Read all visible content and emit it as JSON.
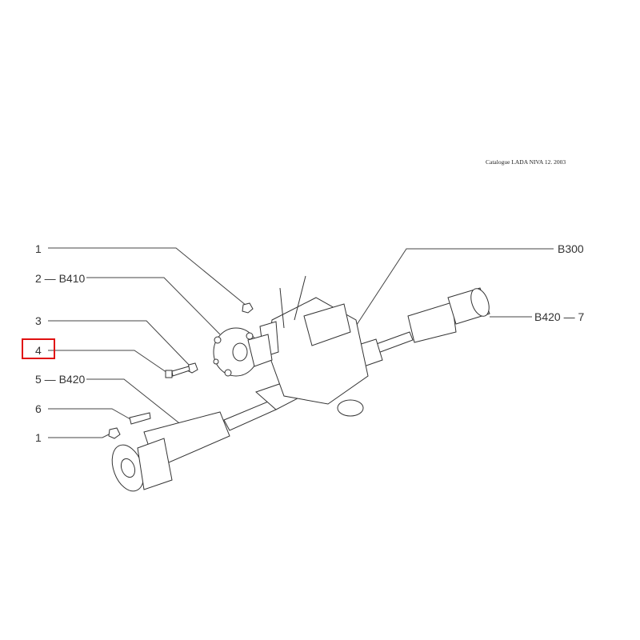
{
  "header": {
    "catalogue": "Catalogue LADA NIVA 12. 2003"
  },
  "callouts": [
    {
      "id": "1",
      "text": "1"
    },
    {
      "id": "2",
      "text": "2 — B410"
    },
    {
      "id": "3",
      "text": "3"
    },
    {
      "id": "4",
      "text": "4"
    },
    {
      "id": "5",
      "text": "5 — B420"
    },
    {
      "id": "6",
      "text": "6"
    },
    {
      "id": "1b",
      "text": "1"
    },
    {
      "id": "b300",
      "text": "B300"
    },
    {
      "id": "7",
      "text": "B420 — 7"
    }
  ],
  "highlight": {
    "callout": "4",
    "color": "#e01010"
  }
}
